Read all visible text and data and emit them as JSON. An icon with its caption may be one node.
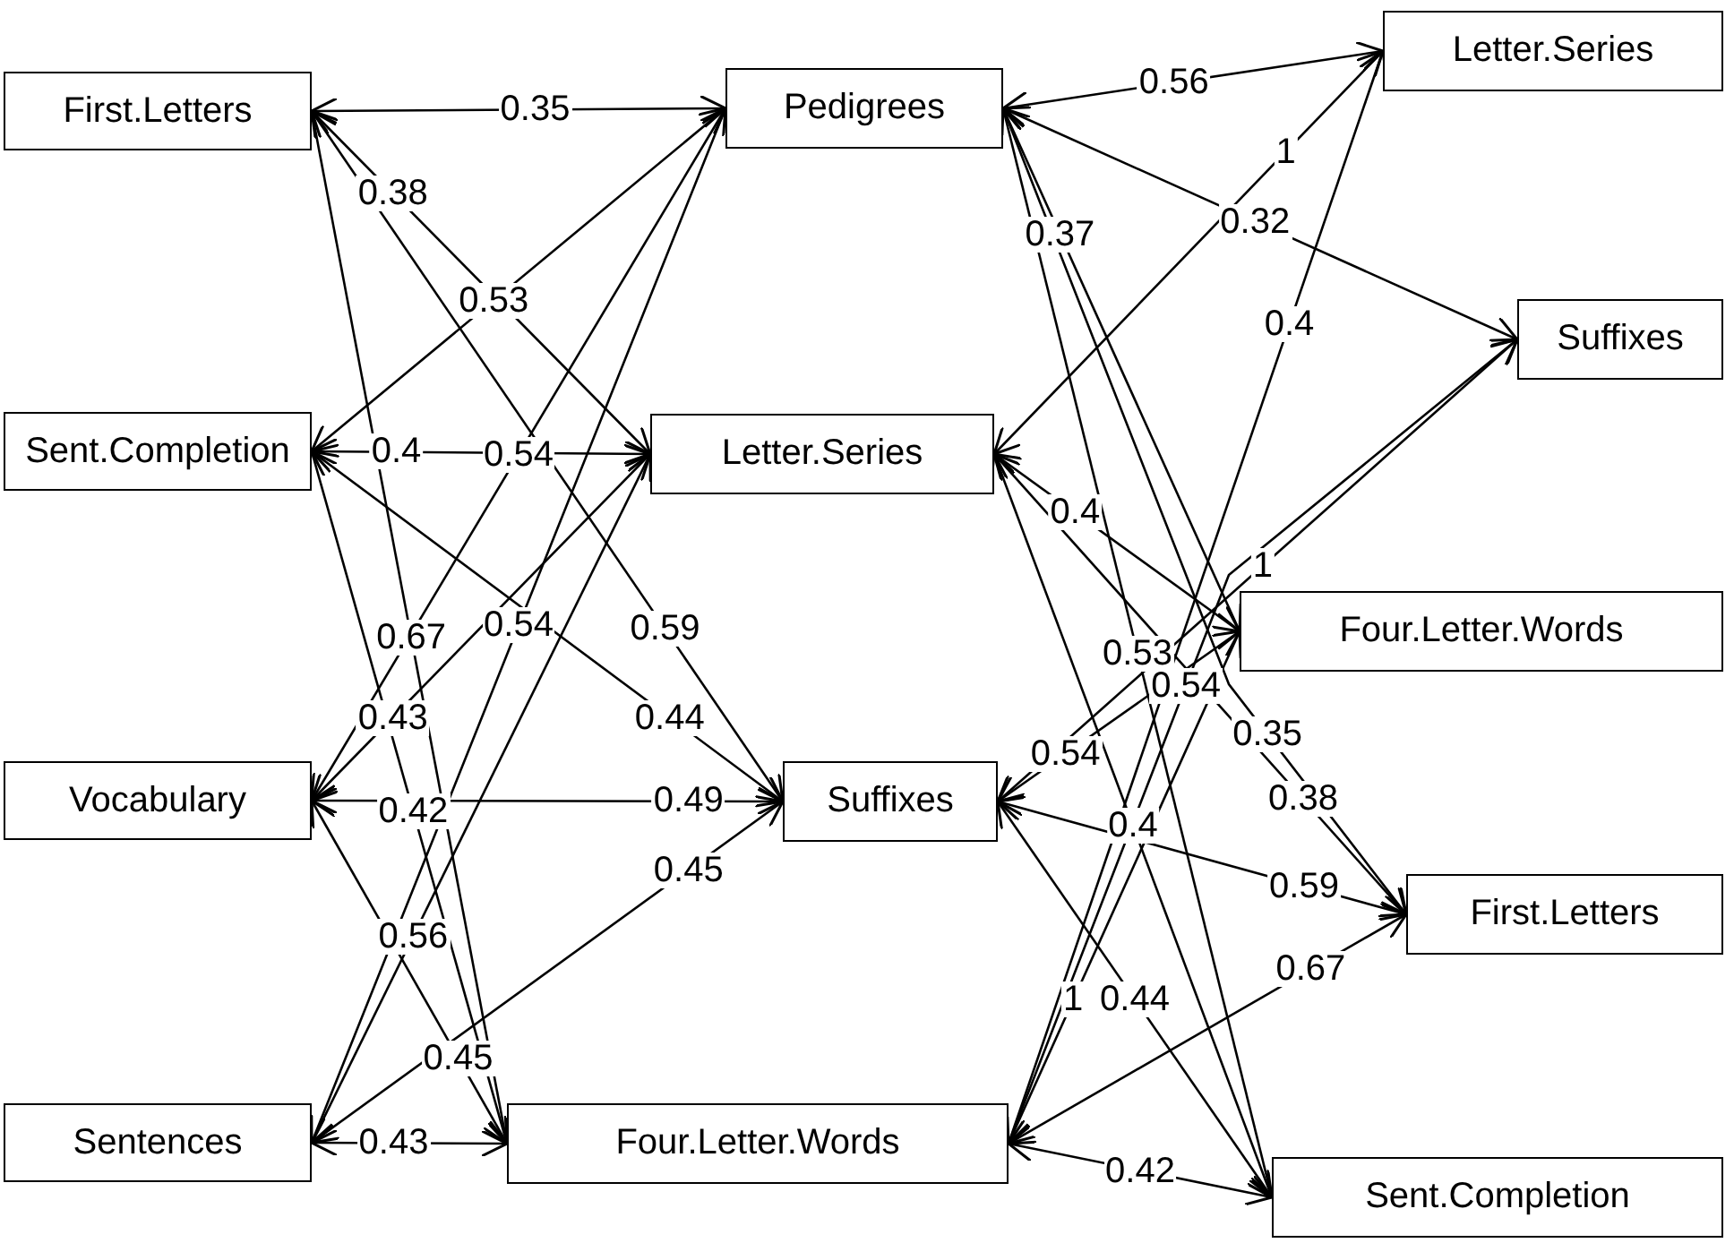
{
  "diagram": {
    "nodes": [
      {
        "text": [
          "First.Letters"
        ]
      },
      {
        "text": [
          "Sent.Completion"
        ]
      },
      {
        "text": [
          "Vocabulary"
        ]
      },
      {
        "text": [
          "Sentences"
        ]
      },
      {
        "text": [
          "Pedigrees"
        ]
      },
      {
        "text": [
          "Letter.Series"
        ]
      },
      {
        "text": [
          "Suffixes"
        ]
      },
      {
        "text": [
          "Four.Letter.Words"
        ]
      },
      {
        "text": [
          "Letter.Series"
        ]
      },
      {
        "text": [
          "Suffixes"
        ]
      },
      {
        "text": [
          "Four.Letter.Words"
        ]
      },
      {
        "text": [
          "First.Letters"
        ]
      },
      {
        "text": [
          "Sent.Completion"
        ]
      }
    ],
    "edges": [
      {
        "from": 0,
        "to": 4,
        "arrow": "both",
        "label": "0.35"
      },
      {
        "from": 0,
        "to": 5,
        "arrow": "both",
        "label": "0.38"
      },
      {
        "from": 0,
        "to": 6,
        "arrow": "both",
        "label": "0.59"
      },
      {
        "from": 0,
        "to": 7,
        "arrow": "both",
        "label": "0.67"
      },
      {
        "from": 1,
        "to": 4,
        "arrow": "both",
        "label": "0.53"
      },
      {
        "from": 1,
        "to": 5,
        "arrow": "both",
        "label": "0.4"
      },
      {
        "from": 1,
        "to": 6,
        "arrow": "both",
        "label": "0.44"
      },
      {
        "from": 1,
        "to": 7,
        "arrow": "both",
        "label": "0.42"
      },
      {
        "from": 2,
        "to": 4,
        "arrow": "both",
        "label": "0.54"
      },
      {
        "from": 2,
        "to": 5,
        "arrow": "both",
        "label": "0.43"
      },
      {
        "from": 2,
        "to": 6,
        "arrow": "both",
        "label": "0.49"
      },
      {
        "from": 2,
        "to": 7,
        "arrow": "both",
        "label": "0.45"
      },
      {
        "from": 3,
        "to": 4,
        "arrow": "both",
        "label": "0.54"
      },
      {
        "from": 3,
        "to": 5,
        "arrow": "both",
        "label": "0.56"
      },
      {
        "from": 3,
        "to": 6,
        "arrow": "both",
        "label": "0.45"
      },
      {
        "from": 3,
        "to": 7,
        "arrow": "both",
        "label": "0.43"
      },
      {
        "from": 4,
        "to": 8,
        "arrow": "both",
        "label": "0.56"
      },
      {
        "from": 4,
        "to": 9,
        "arrow": "both",
        "label": "0.32"
      },
      {
        "from": 4,
        "to": 10,
        "arrow": "both",
        "label": "0.37"
      },
      {
        "from": 4,
        "to": 11,
        "arrow": "both",
        "label": "0.35"
      },
      {
        "from": 4,
        "to": 12,
        "arrow": "both",
        "label": "0.53"
      },
      {
        "from": 5,
        "to": 8,
        "arrow": "both",
        "label": "1"
      },
      {
        "from": 5,
        "to": 10,
        "arrow": "both",
        "label": "0.4"
      },
      {
        "from": 5,
        "to": 11,
        "arrow": "both",
        "label": "0.38"
      },
      {
        "from": 5,
        "to": 12,
        "arrow": "both",
        "label": "0.4"
      },
      {
        "from": 6,
        "to": 9,
        "arrow": "both",
        "label": "1"
      },
      {
        "from": 6,
        "to": 10,
        "arrow": "both",
        "label": "0.54"
      },
      {
        "from": 6,
        "to": 11,
        "arrow": "both",
        "label": "0.59"
      },
      {
        "from": 6,
        "to": 12,
        "arrow": "both",
        "label": "0.44"
      },
      {
        "from": 7,
        "to": 8,
        "arrow": "both",
        "label": "0.4"
      },
      {
        "from": 7,
        "to": 9,
        "arrow": "both",
        "label": "0.54"
      },
      {
        "from": 7,
        "to": 10,
        "arrow": "both",
        "label": "1"
      },
      {
        "from": 7,
        "to": 11,
        "arrow": "both",
        "label": "0.67"
      },
      {
        "from": 7,
        "to": 12,
        "arrow": "both",
        "label": "0.42"
      }
    ]
  }
}
